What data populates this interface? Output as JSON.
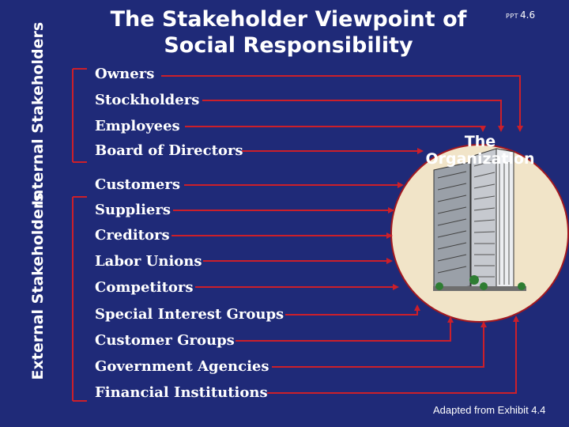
{
  "title": "The Stakeholder Viewpoint of Social Responsibility",
  "slide_number": {
    "prefix": "PPT",
    "number": "4.6"
  },
  "internal_label": "Internal Stakeholders",
  "external_label": "External Stakeholders",
  "internal_stakeholders": [
    "Owners",
    "Stockholders",
    "Employees",
    "Board of Directors"
  ],
  "external_stakeholders": [
    "Customers",
    "Suppliers",
    "Creditors",
    "Labor Unions",
    "Competitors",
    "Special Interest Groups",
    "Customer Groups",
    "Government Agencies",
    "Financial Institutions"
  ],
  "organization_label": "The Organization",
  "credit": "Adapted from Exhibit 4.4",
  "colors": {
    "background": "#1f2a78",
    "arrow": "#cc1f2a",
    "circle_fill": "#f1e4c8",
    "circle_stroke": "#a3181f",
    "text": "#ffffff"
  }
}
